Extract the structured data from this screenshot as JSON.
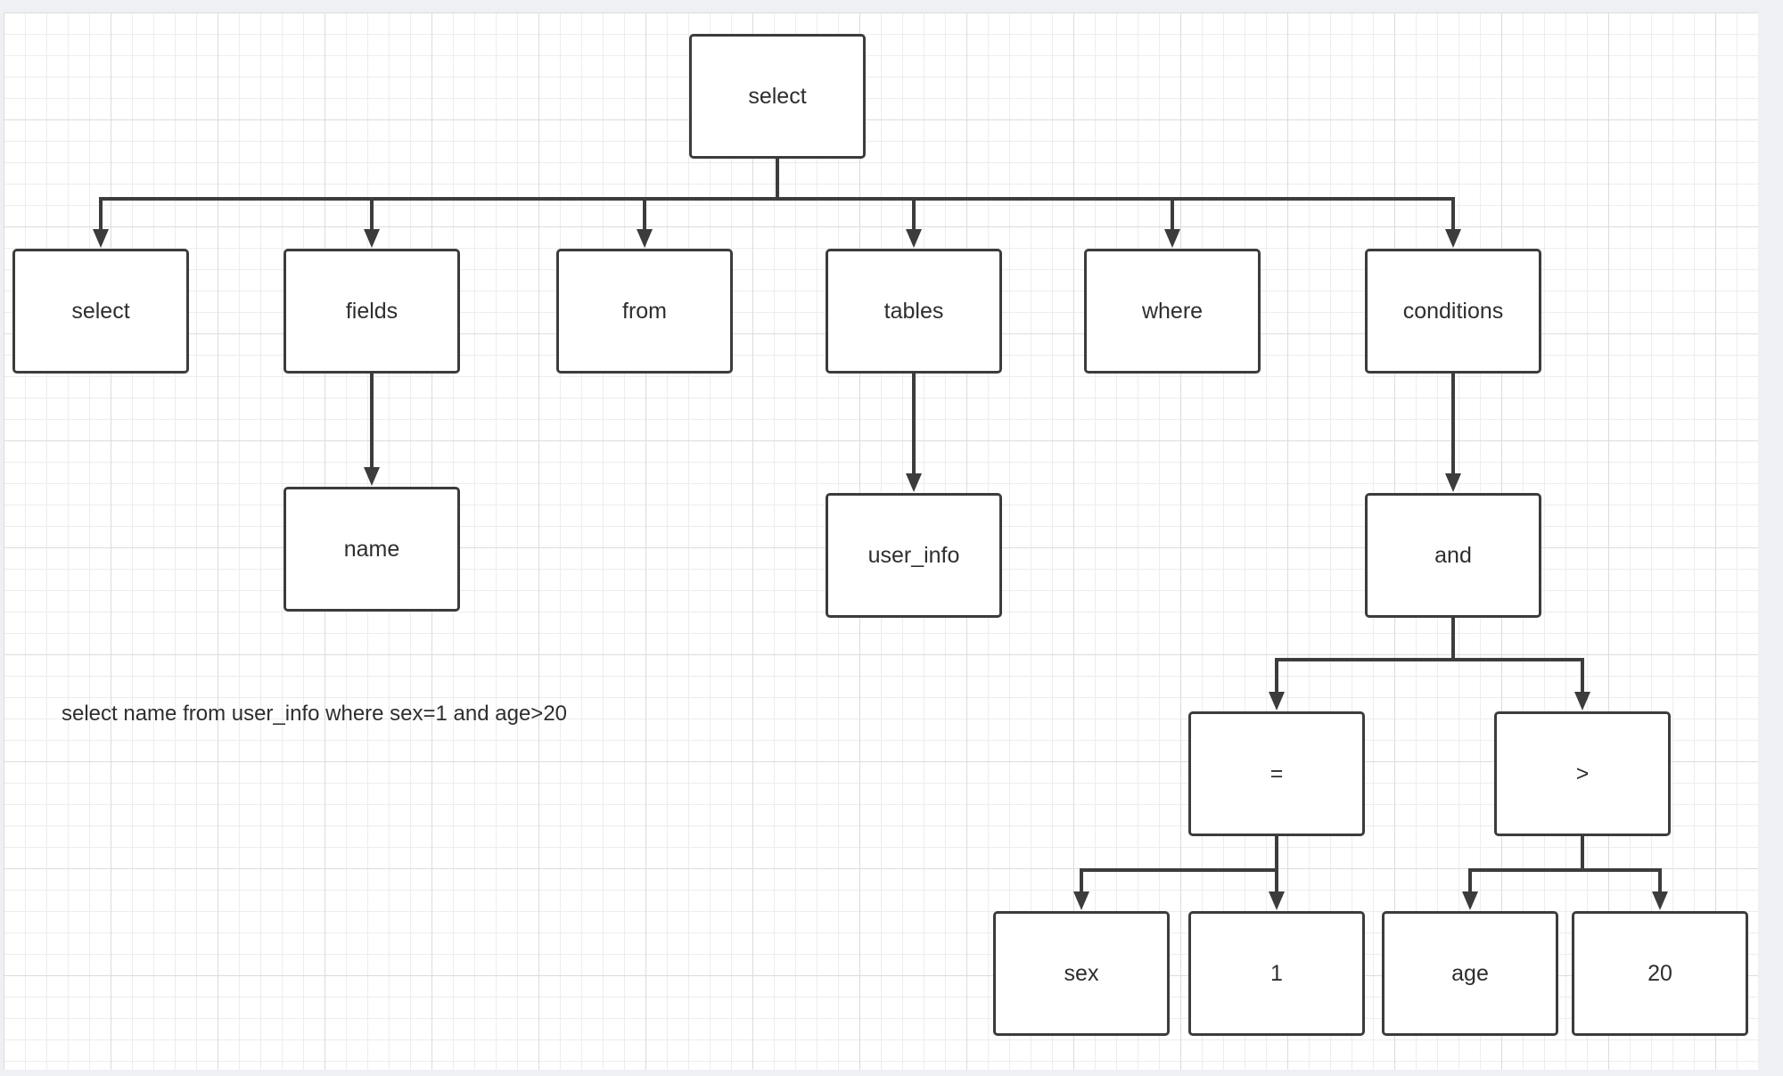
{
  "diagram": {
    "nodes": {
      "root": "select",
      "kw_select": "select",
      "fields": "fields",
      "from": "from",
      "tables": "tables",
      "where": "where",
      "conditions": "conditions",
      "name": "name",
      "user_info": "user_info",
      "and": "and",
      "eq": "=",
      "gt": ">",
      "sex": "sex",
      "one": "1",
      "age": "age",
      "twenty": "20"
    },
    "edges": [
      [
        "root",
        "kw_select"
      ],
      [
        "root",
        "fields"
      ],
      [
        "root",
        "from"
      ],
      [
        "root",
        "tables"
      ],
      [
        "root",
        "where"
      ],
      [
        "root",
        "conditions"
      ],
      [
        "fields",
        "name"
      ],
      [
        "tables",
        "user_info"
      ],
      [
        "conditions",
        "and"
      ],
      [
        "and",
        "eq"
      ],
      [
        "and",
        "gt"
      ],
      [
        "eq",
        "sex"
      ],
      [
        "eq",
        "one"
      ],
      [
        "gt",
        "age"
      ],
      [
        "gt",
        "twenty"
      ]
    ],
    "query": "select name from user_info where sex=1 and age>20",
    "colors": {
      "line": "#3c3c3c",
      "text": "#2e2e2e",
      "grid": "#dcdcdc"
    }
  }
}
